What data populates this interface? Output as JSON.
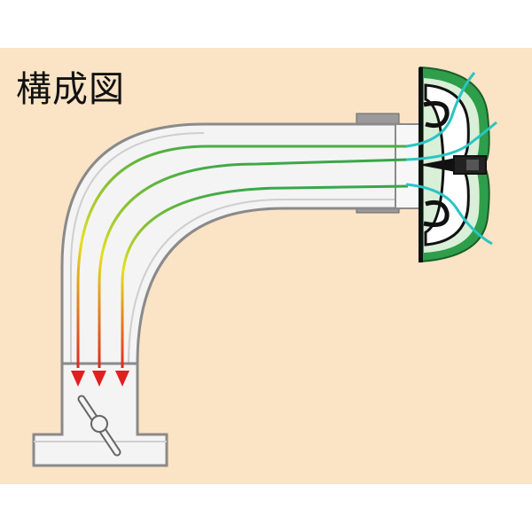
{
  "diagram": {
    "title": "構成図",
    "components": [
      "duct-elbow",
      "intake-scroll",
      "damper-valve",
      "outlet-flange",
      "flow-arrows"
    ]
  },
  "colors": {
    "panel_bg": "#fbe3c5",
    "duct_fill": "#f4f4f4",
    "duct_edge": "#8a8a8a",
    "scroll_green": "#2e9e4a",
    "scroll_light": "#d9efd7",
    "flow_teal": "#2bc4c4",
    "flow_green": "#35a64a",
    "flow_yellow": "#e6e020",
    "flow_red": "#e02020"
  }
}
